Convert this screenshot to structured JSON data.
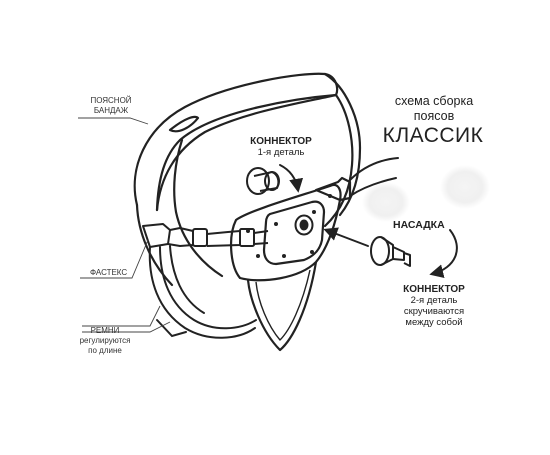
{
  "title": {
    "line1": "схема сборка",
    "line2": "поясов",
    "model": "КЛАССИК"
  },
  "labels": {
    "waist_band_line1": "ПОЯСНОЙ",
    "waist_band_line2": "БАНДАЖ",
    "fastex": "ФАСТЕКС",
    "straps_line1": "РЕМНИ",
    "straps_line2": "регулируются",
    "straps_line3": "по длине"
  },
  "callouts": {
    "connector1_title": "КОННЕКТОР",
    "connector1_sub": "1-я деталь",
    "nozzle": "НАСАДКА",
    "connector2_title": "КОННЕКТОР",
    "connector2_line1": "2-я деталь",
    "connector2_line2": "скручиваются",
    "connector2_line3": "между собой"
  },
  "colors": {
    "ink": "#222222",
    "background": "#ffffff",
    "ghost": "#eeeeee"
  }
}
